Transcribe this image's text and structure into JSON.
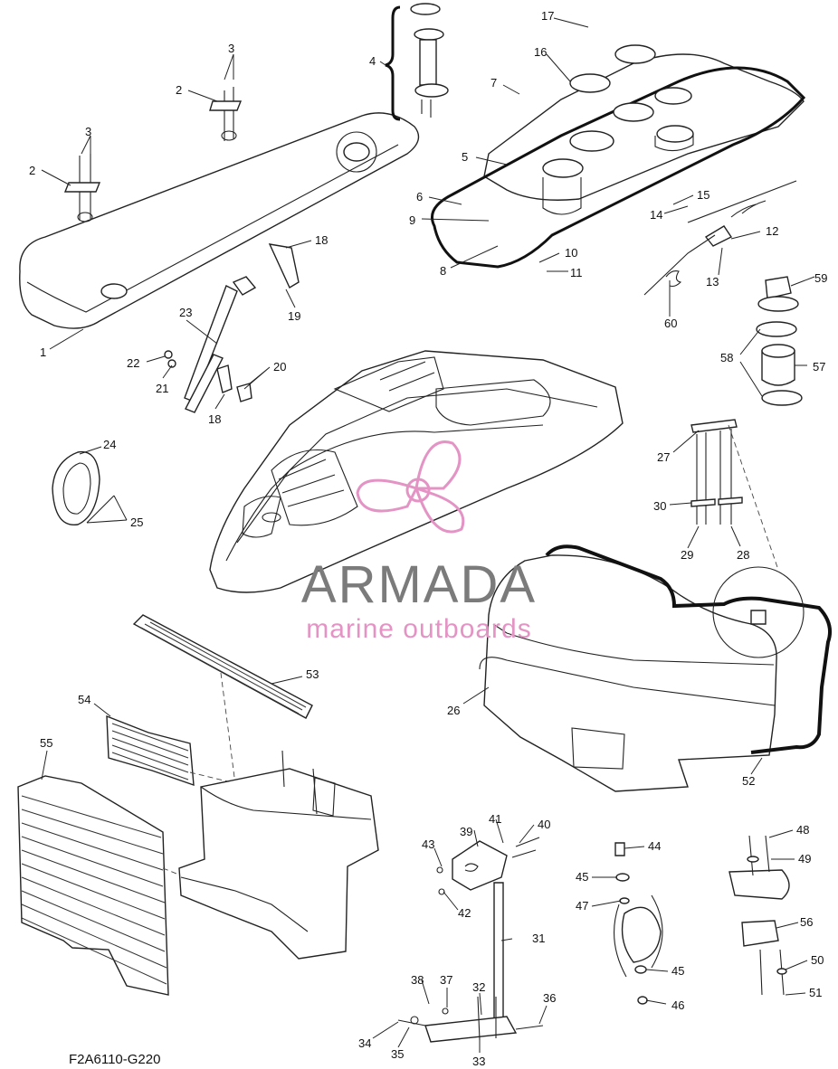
{
  "diagram_code": "F2A6110-G220",
  "watermark": {
    "brand": "ARMADA",
    "tagline": "marine outboards",
    "brand_color": "#7b7b7b",
    "accent_color": "#e394c4",
    "icon": "propeller-logo-icon"
  },
  "callouts": [
    "1",
    "2",
    "3",
    "4",
    "5",
    "6",
    "7",
    "8",
    "9",
    "10",
    "11",
    "12",
    "13",
    "14",
    "15",
    "16",
    "17",
    "18",
    "19",
    "20",
    "21",
    "22",
    "23",
    "24",
    "25",
    "26",
    "27",
    "28",
    "29",
    "30",
    "31",
    "32",
    "33",
    "34",
    "35",
    "36",
    "37",
    "38",
    "39",
    "40",
    "41",
    "42",
    "43",
    "44",
    "45",
    "46",
    "47",
    "48",
    "49",
    "50",
    "51",
    "52",
    "53",
    "54",
    "55",
    "56",
    "57",
    "58",
    "59",
    "60"
  ]
}
